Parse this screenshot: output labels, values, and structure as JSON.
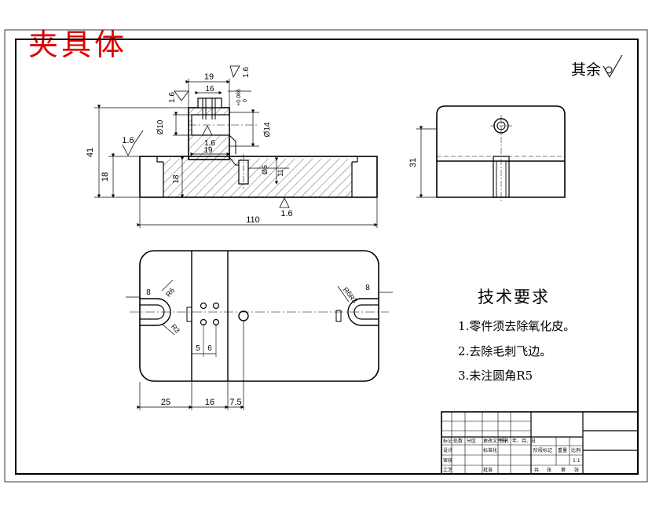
{
  "title": "夹具体",
  "roughness_note": "其余",
  "requirements": {
    "heading": "技术要求",
    "items": [
      "1.零件须去除氧化皮。",
      "2.去除毛刺飞边。",
      "3.未注圆角R5"
    ]
  },
  "dimensions": {
    "overall_length": "110",
    "height_total": "41",
    "height_base": "18",
    "height_step": "18",
    "top_width": "19",
    "slot_width": "16",
    "hole_d10": "Ø10",
    "hole_d14": "Ø14",
    "tol_upper": "+0.086",
    "tol_lower": "0",
    "hole_d6": "Ø6",
    "small_11": "11",
    "inner_19": "19",
    "side_31": "31",
    "r6": "R6",
    "r3": "R3",
    "edge_8_left": "8",
    "edge_8_right": "8",
    "hole_5": "5",
    "hole_6": "6",
    "bottom_25": "25",
    "bottom_16": "16",
    "bottom_75": "7.5"
  },
  "roughness_values": [
    "1.6",
    "1.6",
    "1.6",
    "1.6",
    "1.6"
  ],
  "title_block": {
    "row1": [
      "标记",
      "处数",
      "分区",
      "更改文件号",
      "签名",
      "年、月、日"
    ],
    "row2": [
      "设计",
      "标准化",
      "阶段标记",
      "重量",
      "比例"
    ],
    "row3": [
      "审核"
    ],
    "row4": [
      "工艺",
      "批准",
      "共",
      "张",
      "第",
      "张"
    ],
    "scale": "1:1"
  }
}
